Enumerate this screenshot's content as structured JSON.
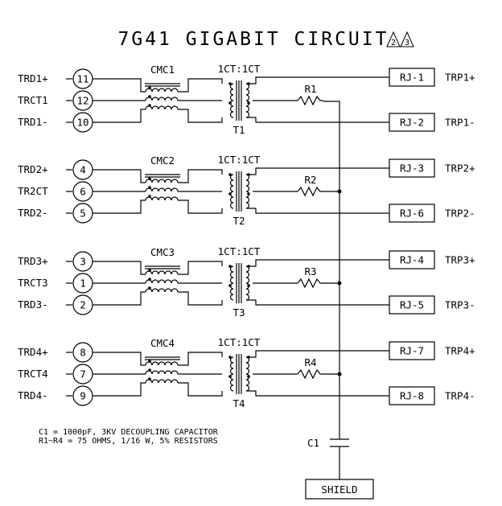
{
  "title": "7G41 GIGABIT CIRCUIT",
  "revision_marks": [
    "2",
    "3"
  ],
  "ratio_label": "1CT:1CT",
  "channels": [
    {
      "cmc": "CMC1",
      "transformer": "T1",
      "resistor": "R1",
      "pins": [
        {
          "name": "TRD1+",
          "num": "11"
        },
        {
          "name": "TRCT1",
          "num": "12"
        },
        {
          "name": "TRD1-",
          "num": "10"
        }
      ],
      "jacks": [
        {
          "label": "RJ-1",
          "name": "TRP1+"
        },
        {
          "label": "RJ-2",
          "name": "TRP1-"
        }
      ]
    },
    {
      "cmc": "CMC2",
      "transformer": "T2",
      "resistor": "R2",
      "pins": [
        {
          "name": "TRD2+",
          "num": "4"
        },
        {
          "name": "TR2CT",
          "num": "6"
        },
        {
          "name": "TRD2-",
          "num": "5"
        }
      ],
      "jacks": [
        {
          "label": "RJ-3",
          "name": "TRP2+"
        },
        {
          "label": "RJ-6",
          "name": "TRP2-"
        }
      ]
    },
    {
      "cmc": "CMC3",
      "transformer": "T3",
      "resistor": "R3",
      "pins": [
        {
          "name": "TRD3+",
          "num": "3"
        },
        {
          "name": "TRCT3",
          "num": "1"
        },
        {
          "name": "TRD3-",
          "num": "2"
        }
      ],
      "jacks": [
        {
          "label": "RJ-4",
          "name": "TRP3+"
        },
        {
          "label": "RJ-5",
          "name": "TRP3-"
        }
      ]
    },
    {
      "cmc": "CMC4",
      "transformer": "T4",
      "resistor": "R4",
      "pins": [
        {
          "name": "TRD4+",
          "num": "8"
        },
        {
          "name": "TRCT4",
          "num": "7"
        },
        {
          "name": "TRD4-",
          "num": "9"
        }
      ],
      "jacks": [
        {
          "label": "RJ-7",
          "name": "TRP4+"
        },
        {
          "label": "RJ-8",
          "name": "TRP4-"
        }
      ]
    }
  ],
  "notes": [
    "C1 = 1000pF, 3KV DECOUPLING CAPACITOR",
    "R1~R4 = 75 OHMS, 1/16 W, 5% RESISTORS"
  ],
  "capacitor": "C1",
  "shield": "SHIELD"
}
